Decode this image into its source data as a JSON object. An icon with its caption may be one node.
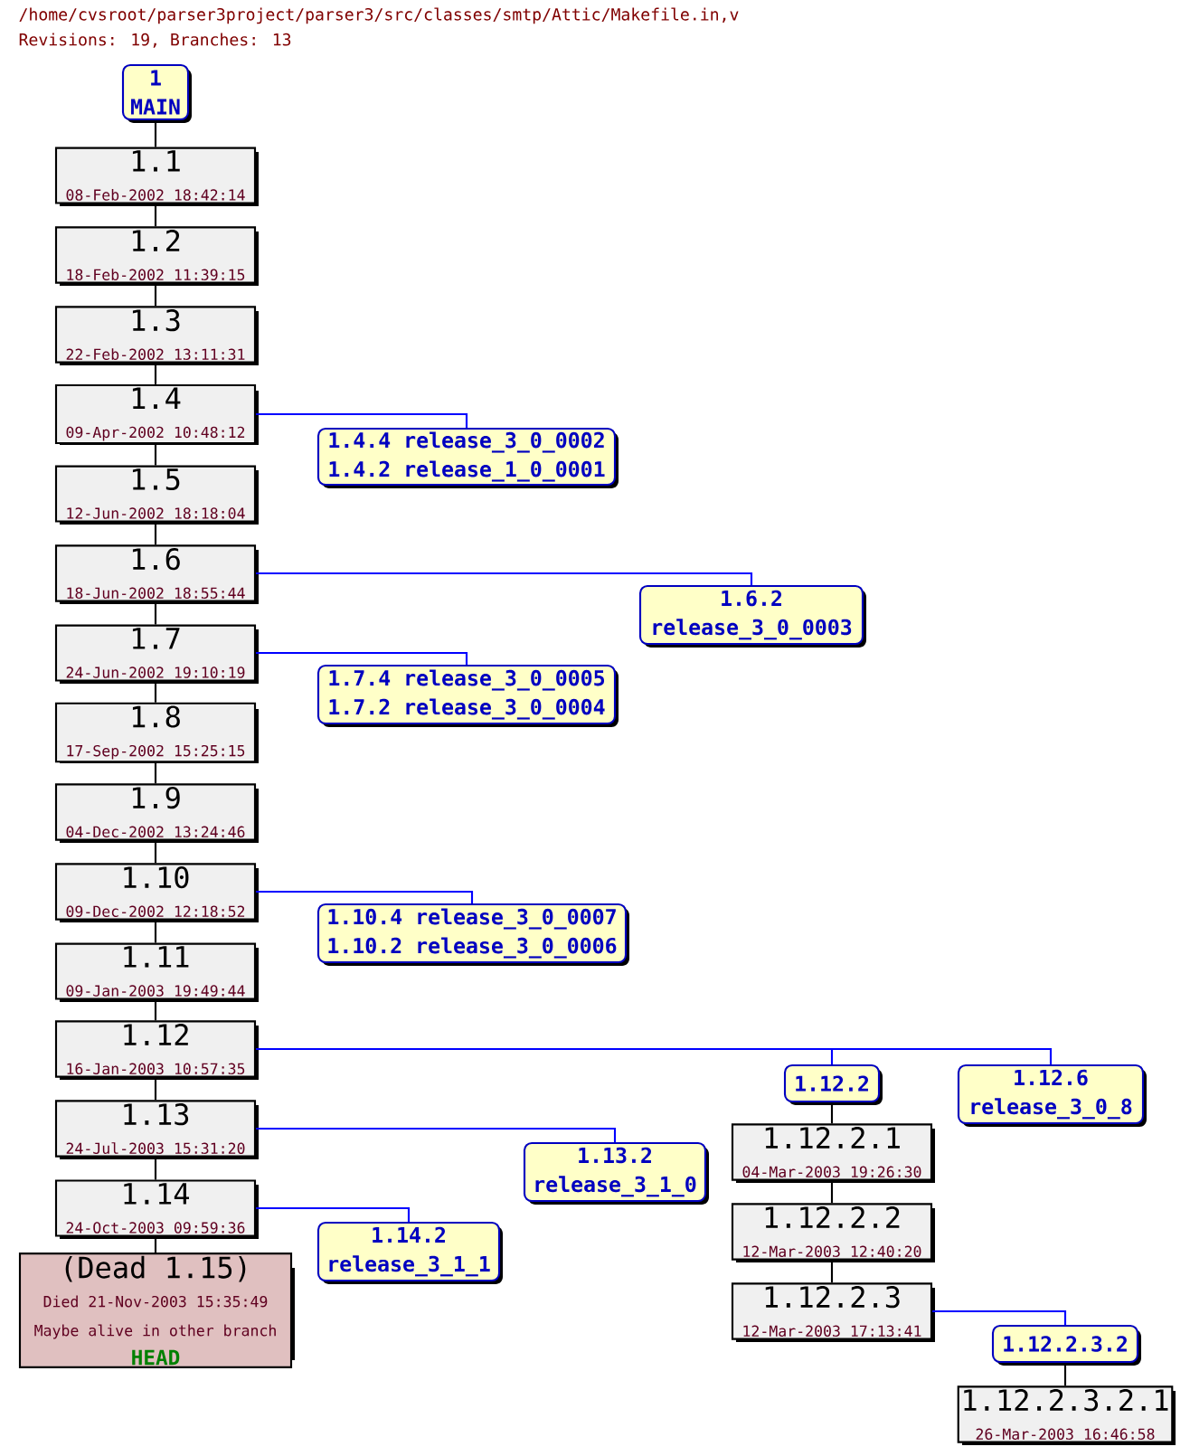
{
  "diagram": {
    "title": "/home/cvsroot/parser3project/parser3/src/classes/smtp/Attic/Makefile.in,v",
    "nodes": [
      {
        "text": [
          "1",
          "MAIN"
        ]
      },
      {
        "text": [
          "1.1",
          "08-Feb-2002 18:42:14"
        ]
      },
      {
        "text": [
          "1.2",
          "18-Feb-2002 11:39:15"
        ]
      },
      {
        "text": [
          "1.3",
          "22-Feb-2002 13:11:31"
        ]
      },
      {
        "text": [
          "1.4",
          "09-Apr-2002 10:48:12"
        ]
      },
      {
        "text": [
          "1.5",
          "12-Jun-2002 18:18:04"
        ]
      },
      {
        "text": [
          "1.6",
          "18-Jun-2002 18:55:44"
        ]
      },
      {
        "text": [
          "1.7",
          "24-Jun-2002 19:10:19"
        ]
      },
      {
        "text": [
          "1.8",
          "17-Sep-2002 15:25:15"
        ]
      },
      {
        "text": [
          "1.9",
          "04-Dec-2002 13:24:46"
        ]
      },
      {
        "text": [
          "1.10",
          "09-Dec-2002 12:18:52"
        ]
      },
      {
        "text": [
          "1.11",
          "09-Jan-2003 19:49:44"
        ]
      },
      {
        "text": [
          "1.12",
          "16-Jan-2003 10:57:35"
        ]
      },
      {
        "text": [
          "1.13",
          "24-Jul-2003 15:31:20"
        ]
      },
      {
        "text": [
          "1.14",
          "24-Oct-2003 09:59:36"
        ]
      },
      {
        "text": [
          "(Dead 1.15)",
          "Died 21-Nov-2003 15:35:49",
          "Maybe alive in other branch",
          "HEAD"
        ]
      },
      {
        "text": [
          "1.4.4 release_3_0_0002",
          "1.4.2 release_1_0_0001"
        ]
      },
      {
        "text": [
          "1.6.2",
          "release_3_0_0003"
        ]
      },
      {
        "text": [
          "1.7.4 release_3_0_0005",
          "1.7.2 release_3_0_0004"
        ]
      },
      {
        "text": [
          "1.10.4 release_3_0_0007",
          "1.10.2 release_3_0_0006"
        ]
      },
      {
        "text": [
          "1.12.2"
        ]
      },
      {
        "text": [
          "1.12.6",
          "release_3_0_8"
        ]
      },
      {
        "text": [
          "1.13.2",
          "release_3_1_0"
        ]
      },
      {
        "text": [
          "1.14.2",
          "release_3_1_1"
        ]
      },
      {
        "text": [
          "1.12.2.1",
          "04-Mar-2003 19:26:30"
        ]
      },
      {
        "text": [
          "1.12.2.2",
          "12-Mar-2003 12:40:20"
        ]
      },
      {
        "text": [
          "1.12.2.3",
          "12-Mar-2003 17:13:41"
        ]
      },
      {
        "text": [
          "1.12.2.3.2"
        ]
      },
      {
        "text": [
          "1.12.2.3.2.1",
          "26-Mar-2003 16:46:58"
        ]
      }
    ],
    "edges": [
      {
        "from": 0,
        "to": 1,
        "arrow": "none"
      },
      {
        "from": 1,
        "to": 2,
        "arrow": "none"
      },
      {
        "from": 2,
        "to": 3,
        "arrow": "none"
      },
      {
        "from": 3,
        "to": 4,
        "arrow": "none"
      },
      {
        "from": 4,
        "to": 5,
        "arrow": "none"
      },
      {
        "from": 5,
        "to": 6,
        "arrow": "none"
      },
      {
        "from": 6,
        "to": 7,
        "arrow": "none"
      },
      {
        "from": 7,
        "to": 8,
        "arrow": "none"
      },
      {
        "from": 8,
        "to": 9,
        "arrow": "none"
      },
      {
        "from": 9,
        "to": 10,
        "arrow": "none"
      },
      {
        "from": 10,
        "to": 11,
        "arrow": "none"
      },
      {
        "from": 11,
        "to": 12,
        "arrow": "none"
      },
      {
        "from": 12,
        "to": 13,
        "arrow": "none"
      },
      {
        "from": 13,
        "to": 14,
        "arrow": "none"
      },
      {
        "from": 14,
        "to": 15,
        "arrow": "none"
      },
      {
        "from": 4,
        "to": 16,
        "arrow": "none",
        "color": "#0000ff"
      },
      {
        "from": 6,
        "to": 17,
        "arrow": "none",
        "color": "#0000ff"
      },
      {
        "from": 7,
        "to": 18,
        "arrow": "none",
        "color": "#0000ff"
      },
      {
        "from": 10,
        "to": 19,
        "arrow": "none",
        "color": "#0000ff"
      },
      {
        "from": 12,
        "to": 20,
        "arrow": "none",
        "color": "#0000ff"
      },
      {
        "from": 12,
        "to": 21,
        "arrow": "none",
        "color": "#0000ff"
      },
      {
        "from": 13,
        "to": 22,
        "arrow": "none",
        "color": "#0000ff"
      },
      {
        "from": 14,
        "to": 23,
        "arrow": "none",
        "color": "#0000ff"
      },
      {
        "from": 20,
        "to": 24,
        "arrow": "none"
      },
      {
        "from": 24,
        "to": 25,
        "arrow": "none"
      },
      {
        "from": 25,
        "to": 26,
        "arrow": "none"
      },
      {
        "from": 26,
        "to": 27,
        "arrow": "none",
        "color": "#0000ff"
      },
      {
        "from": 27,
        "to": 28,
        "arrow": "none"
      }
    ],
    "labels": [
      "Revisions: 19, Branches: 13"
    ]
  }
}
